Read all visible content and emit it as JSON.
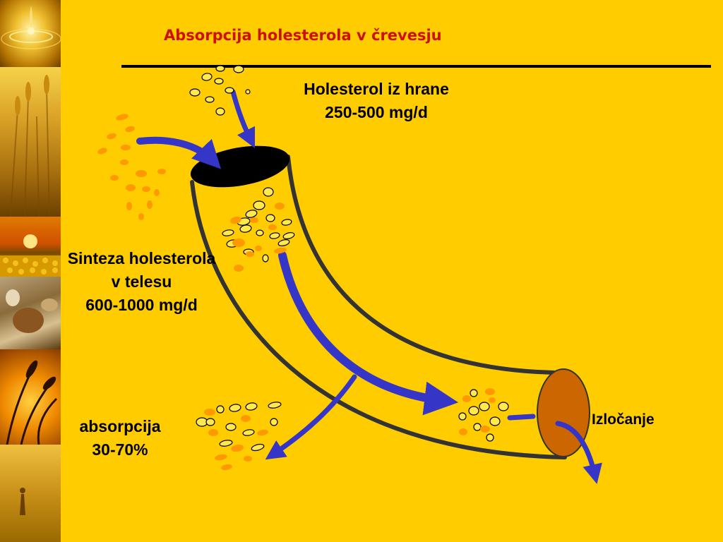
{
  "title": "Absorpcija holesterola v črevesju",
  "labels": {
    "food": [
      "Holesterol iz hrane",
      "250-500 mg/d"
    ],
    "synthesis": [
      "Sinteza holesterola",
      "v telesu",
      "600-1000 mg/d"
    ],
    "absorption": [
      "absorpcija",
      "30-70%"
    ],
    "excretion": "Izločanje"
  },
  "colors": {
    "background": "#FFCC00",
    "title": "#CC1100",
    "arrow": "#3535C8",
    "intestine_wall": "#333333",
    "intestine_end": "#CC6600",
    "particle_orange": "#FF9900",
    "particle_light": "#FFE94D"
  },
  "side_images": [
    "oil-drop",
    "wheat-field",
    "sunset-sunflowers",
    "food-basket",
    "wheat-silhouette",
    "golden-field"
  ]
}
